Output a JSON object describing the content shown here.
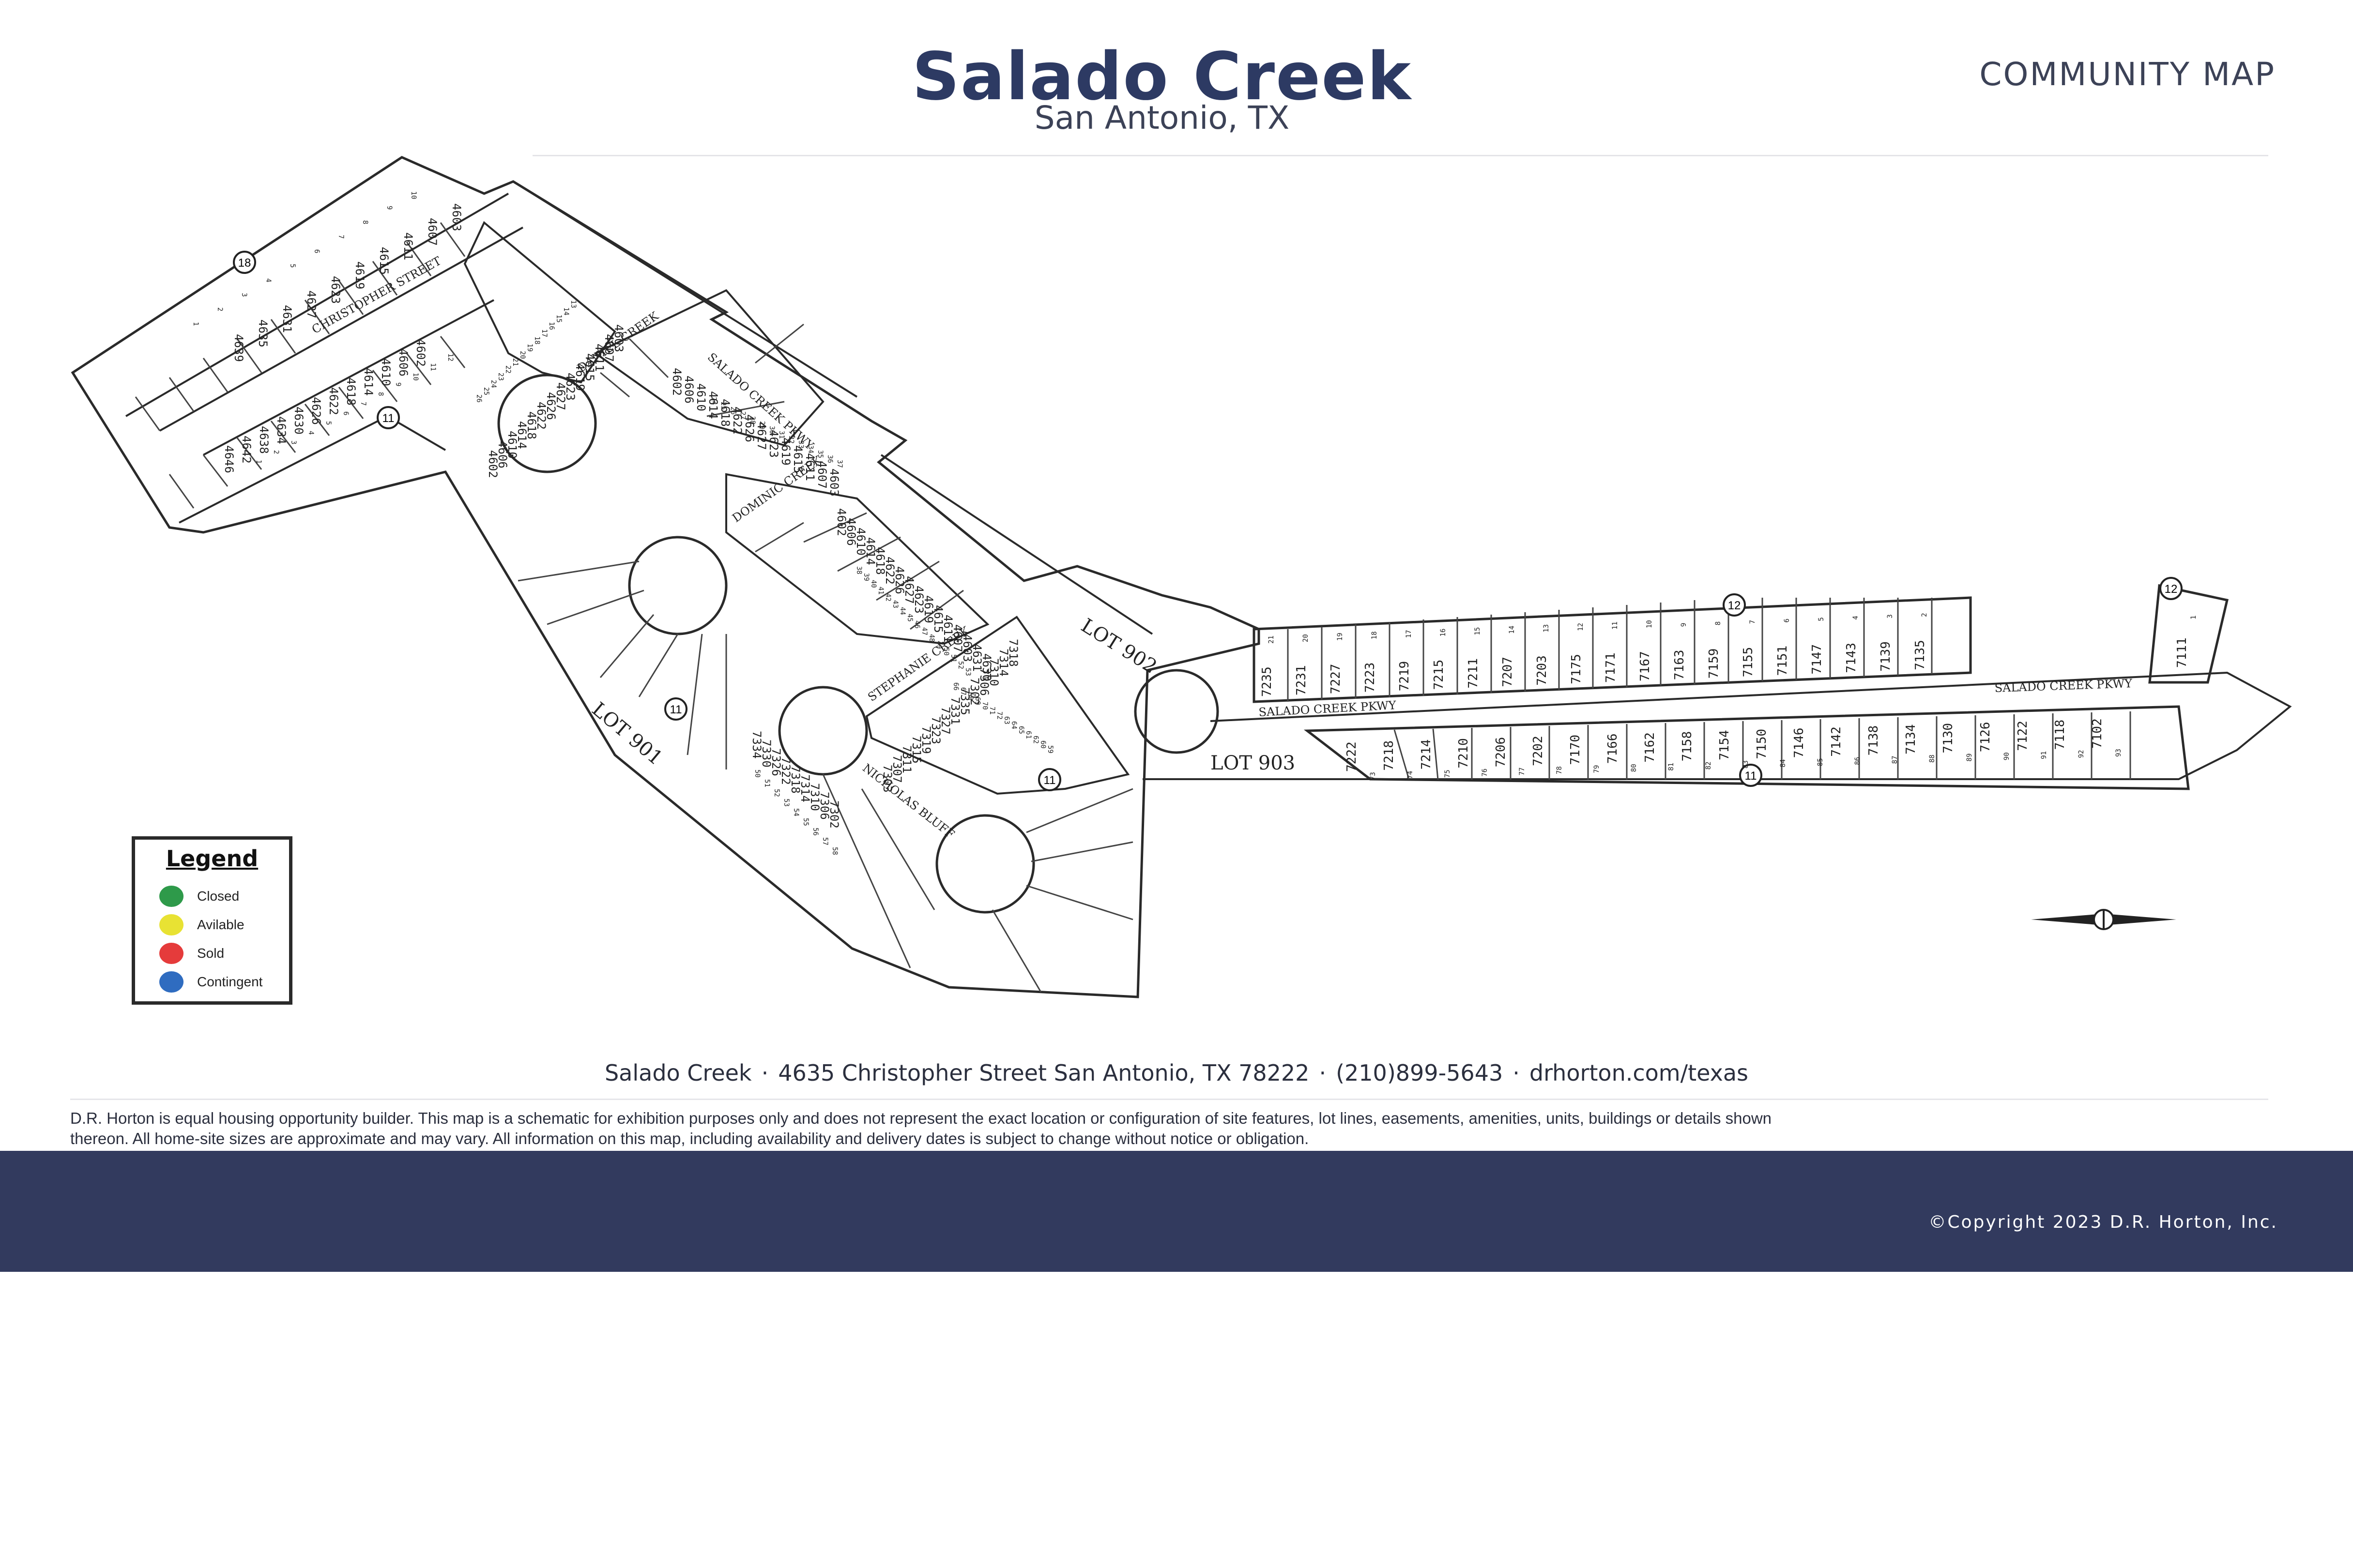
{
  "header": {
    "title": "Salado Creek",
    "subtitle": "San Antonio, TX",
    "label": "COMMUNITY MAP"
  },
  "map": {
    "streets": [
      "CHRISTOPHER STREET",
      "DANIEL CREEK",
      "SALADO CREEK PKWY",
      "DOMINIC CREEK",
      "STEPHANIE CREEK",
      "NICHOLAS BLUFF",
      "SALADO CREEK PKWY",
      "SALADO CREEK PKWY"
    ],
    "lots": [
      "LOT 901",
      "LOT 902",
      "LOT 903"
    ],
    "blocks": [
      "18",
      "11",
      "11",
      "11",
      "12",
      "11",
      "12"
    ],
    "row_north_addresses": [
      "7235",
      "7231",
      "7227",
      "7223",
      "7219",
      "7215",
      "7211",
      "7207",
      "7203",
      "7175",
      "7171",
      "7167",
      "7163",
      "7159",
      "7155",
      "7151",
      "7147",
      "7143",
      "7139",
      "7135"
    ],
    "row_north_lots": [
      "21",
      "20",
      "19",
      "18",
      "17",
      "16",
      "15",
      "14",
      "13",
      "12",
      "11",
      "10",
      "9",
      "8",
      "7",
      "6",
      "5",
      "4",
      "3",
      "2"
    ],
    "row_south_addresses": [
      "7222",
      "7218",
      "7214",
      "7210",
      "7206",
      "7202",
      "7170",
      "7166",
      "7162",
      "7158",
      "7154",
      "7150",
      "7146",
      "7142",
      "7138",
      "7134",
      "7130",
      "7126",
      "7122",
      "7118",
      "7102"
    ],
    "row_south_lots": [
      "73",
      "74",
      "75",
      "76",
      "77",
      "78",
      "79",
      "80",
      "81",
      "82",
      "83",
      "84",
      "85",
      "86",
      "87",
      "88",
      "89",
      "90",
      "91",
      "92",
      "93"
    ],
    "east_lot": {
      "address": "7111",
      "lot": "1"
    },
    "christopher_north_addresses": [
      "4603",
      "4607",
      "4611",
      "4615",
      "4619",
      "4623",
      "4627",
      "4631",
      "4635",
      "4639"
    ],
    "christopher_north_lots": [
      "10",
      "9",
      "8",
      "7",
      "6",
      "5",
      "4",
      "3",
      "2",
      "1"
    ],
    "christopher_south_addresses": [
      "4646",
      "4642",
      "4638",
      "4634",
      "4630",
      "4626",
      "4622",
      "4618",
      "4614",
      "4610",
      "4606",
      "4602"
    ],
    "christopher_south_lots": [
      "1",
      "2",
      "3",
      "4",
      "5",
      "6",
      "7",
      "8",
      "9",
      "10",
      "11",
      "12"
    ],
    "daniel_addresses": [
      "4603",
      "4607",
      "4611",
      "4615",
      "4619",
      "4623",
      "4627",
      "4626",
      "4622",
      "4618",
      "4614",
      "4610",
      "4606",
      "4602"
    ],
    "daniel_lots": [
      "13",
      "14",
      "15",
      "16",
      "17",
      "18",
      "19",
      "20",
      "21",
      "22",
      "23",
      "24",
      "25",
      "26"
    ],
    "salado_block_addresses": [
      "4602",
      "4606",
      "4610",
      "4614",
      "4618",
      "4622",
      "4626",
      "4627",
      "4623",
      "4619",
      "4615",
      "4611",
      "4607",
      "4603"
    ],
    "salado_block_lots": [
      "24",
      "25",
      "26",
      "27",
      "28",
      "29",
      "30",
      "31",
      "32",
      "33",
      "34",
      "35",
      "36",
      "37"
    ],
    "dominic_addresses": [
      "4602",
      "4606",
      "4610",
      "4614",
      "4618",
      "4622",
      "4626",
      "4627",
      "4623",
      "4619",
      "4615",
      "4611",
      "4607",
      "4603",
      "4631",
      "4630"
    ],
    "dominic_lots": [
      "38",
      "39",
      "40",
      "41",
      "42",
      "43",
      "44",
      "45",
      "46",
      "47",
      "48",
      "49",
      "50",
      "51",
      "52",
      "53"
    ],
    "stephanie_addresses": [
      "7318",
      "7314",
      "7310",
      "7306",
      "7302",
      "7335",
      "7331",
      "7327",
      "7323",
      "7319",
      "7315",
      "7311",
      "7307",
      "7303"
    ],
    "stephanie_lots": [
      "66",
      "67",
      "68",
      "69",
      "70",
      "71",
      "72",
      "63",
      "64",
      "65",
      "61",
      "62",
      "60",
      "59"
    ],
    "nicholas_addresses": [
      "7334",
      "7330",
      "7326",
      "7322",
      "7318",
      "7314",
      "7310",
      "7306",
      "7302"
    ],
    "nicholas_lots": [
      "50",
      "51",
      "52",
      "53",
      "54",
      "55",
      "56",
      "57",
      "58"
    ],
    "north_arrow": "compass-icon"
  },
  "legend": {
    "title": "Legend",
    "items": [
      {
        "label": "Closed",
        "color": "#2e9a4a"
      },
      {
        "label": "Avilable",
        "color": "#e8e233"
      },
      {
        "label": "Sold",
        "color": "#e53b3b"
      },
      {
        "label": "Contingent",
        "color": "#2f6cc0"
      }
    ]
  },
  "footer": {
    "community": "Salado Creek",
    "address": "4635 Christopher Street San Antonio, TX 78222",
    "phone": "(210)899-5643",
    "website": "drhorton.com/texas",
    "disclaimer_line1": "D.R. Horton is equal housing opportunity builder.  This map is a schematic for exhibition purposes only and does not represent the exact location or configuration of site features, lot lines, easements, amenities, units, buildings or details shown",
    "disclaimer_line2": "thereon. All home-site sizes are approximate and may vary. All information on this map, including availability and delivery dates is subject to change without notice or obligation.",
    "copyright": "©Copyright 2023 D.R. Horton, Inc."
  }
}
